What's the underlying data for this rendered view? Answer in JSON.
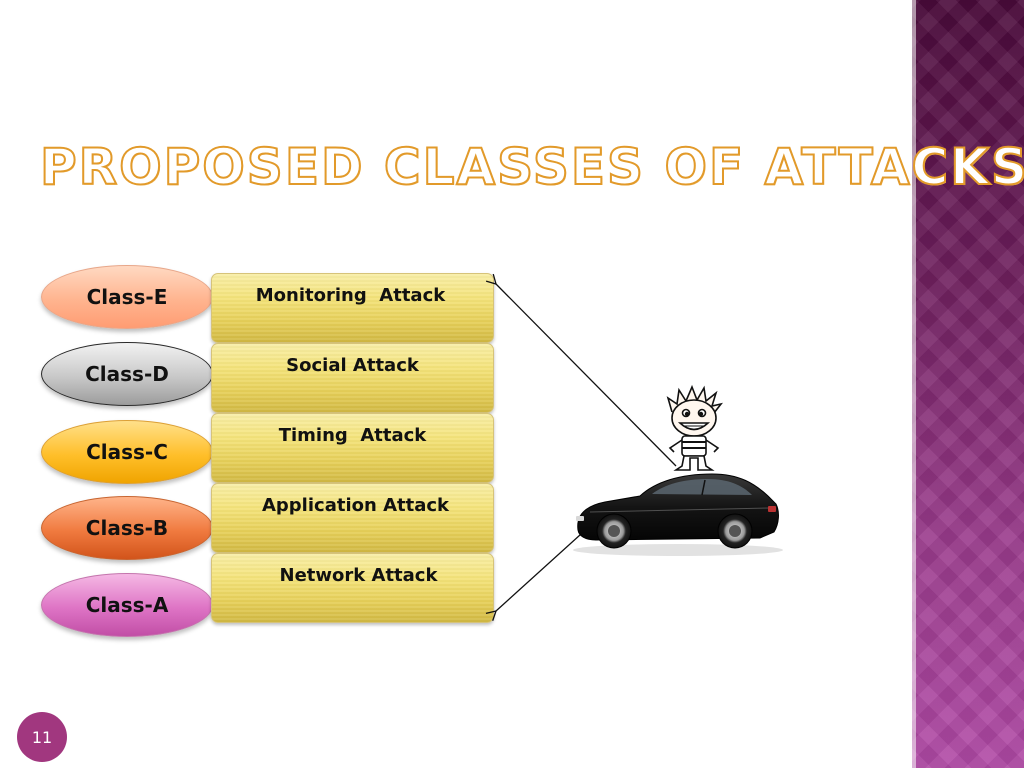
{
  "slide": {
    "title": "PROPOSED CLASSES OF ATTACKS",
    "page_number": "11"
  },
  "classes": [
    {
      "label": "Class-E",
      "attack": "Monitoring  Attack",
      "color": "#ffb48f"
    },
    {
      "label": "Class-D",
      "attack": "Social Attack",
      "color": "#c8c8c8"
    },
    {
      "label": "Class-C",
      "attack": "Timing  Attack",
      "color": "#ffbf2a"
    },
    {
      "label": "Class-B",
      "attack": "Application Attack",
      "color": "#f07a3f"
    },
    {
      "label": "Class-A",
      "attack": "Network Attack",
      "color": "#de74c5"
    }
  ],
  "illustration": {
    "icon": "car-with-cartoon-boy",
    "arrow_targets": [
      "Monitoring  Attack",
      "Network Attack"
    ]
  },
  "colors": {
    "title_outline": "#e29a2a",
    "box_fill": "#f4e37a",
    "side_band": "#9a3b8c",
    "page_badge": "#a1377f"
  }
}
